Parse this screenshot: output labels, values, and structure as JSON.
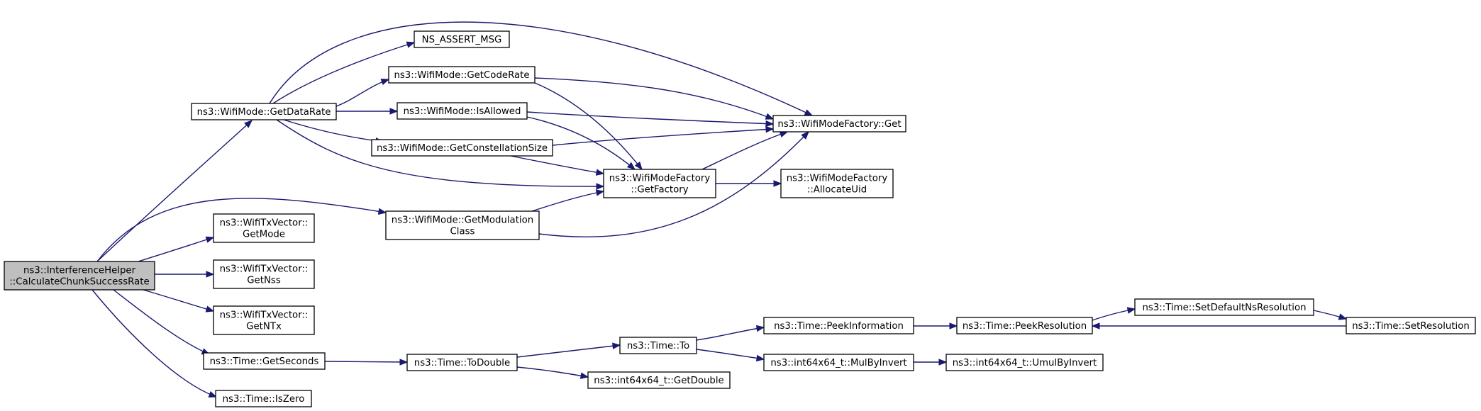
{
  "nodes": [
    {
      "id": "root",
      "lines": [
        "ns3::InterferenceHelper",
        "::CalculateChunkSuccessRate"
      ],
      "highlight": true
    },
    {
      "id": "getdatarate",
      "lines": [
        "ns3::WifiMode::GetDataRate"
      ]
    },
    {
      "id": "assert",
      "lines": [
        "NS_ASSERT_MSG"
      ]
    },
    {
      "id": "getcoderate",
      "lines": [
        "ns3::WifiMode::GetCodeRate"
      ]
    },
    {
      "id": "isallowed",
      "lines": [
        "ns3::WifiMode::IsAllowed"
      ]
    },
    {
      "id": "getconst",
      "lines": [
        "ns3::WifiMode::GetConstellationSize"
      ]
    },
    {
      "id": "factoryget",
      "lines": [
        "ns3::WifiModeFactory::Get"
      ]
    },
    {
      "id": "getfactory",
      "lines": [
        "ns3::WifiModeFactory",
        "::GetFactory"
      ]
    },
    {
      "id": "allocuid",
      "lines": [
        "ns3::WifiModeFactory",
        "::AllocateUid"
      ]
    },
    {
      "id": "getmodclass",
      "lines": [
        "ns3::WifiMode::GetModulation",
        "Class"
      ]
    },
    {
      "id": "getmode",
      "lines": [
        "ns3::WifiTxVector::",
        "GetMode"
      ]
    },
    {
      "id": "getnss",
      "lines": [
        "ns3::WifiTxVector::",
        "GetNss"
      ]
    },
    {
      "id": "getntx",
      "lines": [
        "ns3::WifiTxVector::",
        "GetNTx"
      ]
    },
    {
      "id": "getseconds",
      "lines": [
        "ns3::Time::GetSeconds"
      ]
    },
    {
      "id": "iszero",
      "lines": [
        "ns3::Time::IsZero"
      ]
    },
    {
      "id": "todouble",
      "lines": [
        "ns3::Time::ToDouble"
      ]
    },
    {
      "id": "to",
      "lines": [
        "ns3::Time::To"
      ]
    },
    {
      "id": "getdouble",
      "lines": [
        "ns3::int64x64_t::GetDouble"
      ]
    },
    {
      "id": "peekinfo",
      "lines": [
        "ns3::Time::PeekInformation"
      ]
    },
    {
      "id": "mulbyinvert",
      "lines": [
        "ns3::int64x64_t::MulByInvert"
      ]
    },
    {
      "id": "peekres",
      "lines": [
        "ns3::Time::PeekResolution"
      ]
    },
    {
      "id": "umulbyinvert",
      "lines": [
        "ns3::int64x64_t::UmulByInvert"
      ]
    },
    {
      "id": "setdefault",
      "lines": [
        "ns3::Time::SetDefaultNsResolution"
      ]
    },
    {
      "id": "setres",
      "lines": [
        "ns3::Time::SetResolution"
      ]
    }
  ],
  "edges": [
    [
      "root",
      "getdatarate"
    ],
    [
      "root",
      "getmodclass"
    ],
    [
      "root",
      "getmode"
    ],
    [
      "root",
      "getnss"
    ],
    [
      "root",
      "getntx"
    ],
    [
      "root",
      "getseconds"
    ],
    [
      "root",
      "iszero"
    ],
    [
      "getdatarate",
      "assert"
    ],
    [
      "getdatarate",
      "getcoderate"
    ],
    [
      "getdatarate",
      "isallowed"
    ],
    [
      "getdatarate",
      "getconst"
    ],
    [
      "getdatarate",
      "getfactory"
    ],
    [
      "getdatarate",
      "factoryget"
    ],
    [
      "getcoderate",
      "factoryget"
    ],
    [
      "getcoderate",
      "getfactory"
    ],
    [
      "isallowed",
      "factoryget"
    ],
    [
      "isallowed",
      "getfactory"
    ],
    [
      "getconst",
      "factoryget"
    ],
    [
      "getconst",
      "getfactory"
    ],
    [
      "getfactory",
      "factoryget"
    ],
    [
      "getfactory",
      "allocuid"
    ],
    [
      "getmodclass",
      "getfactory"
    ],
    [
      "getmodclass",
      "factoryget"
    ],
    [
      "getseconds",
      "todouble"
    ],
    [
      "todouble",
      "to"
    ],
    [
      "todouble",
      "getdouble"
    ],
    [
      "to",
      "peekinfo"
    ],
    [
      "to",
      "mulbyinvert"
    ],
    [
      "peekinfo",
      "peekres"
    ],
    [
      "mulbyinvert",
      "umulbyinvert"
    ],
    [
      "peekres",
      "setdefault"
    ],
    [
      "setdefault",
      "setres"
    ],
    [
      "setres",
      "peekres"
    ]
  ],
  "colors": {
    "edge": "#191970",
    "root_fill": "#bfbfbf",
    "node_fill": "#ffffff",
    "border": "#000000"
  }
}
